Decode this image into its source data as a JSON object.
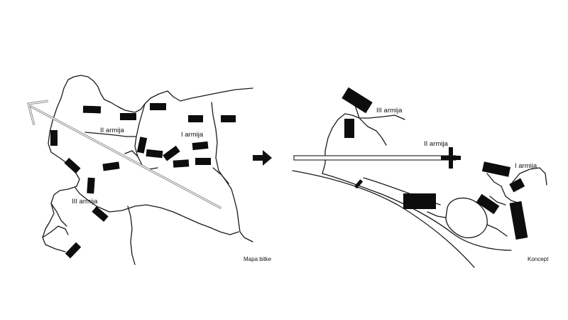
{
  "left_map": {
    "caption": "Mapa bitke",
    "army_labels": {
      "first": "I armija",
      "second": "II armija",
      "third": "III armija"
    }
  },
  "right_map": {
    "caption": "Koncept",
    "army_labels": {
      "first": "I armija",
      "second": "II armija",
      "third": "III armija"
    }
  },
  "colors": {
    "ink": "#1a1a1a",
    "blocks": "#0d0d0d",
    "arrow_gray": "#9a9a9a",
    "background": "#ffffff"
  },
  "icons": [
    "transition-arrow-icon",
    "cross-icon",
    "direction-arrow-icon"
  ]
}
